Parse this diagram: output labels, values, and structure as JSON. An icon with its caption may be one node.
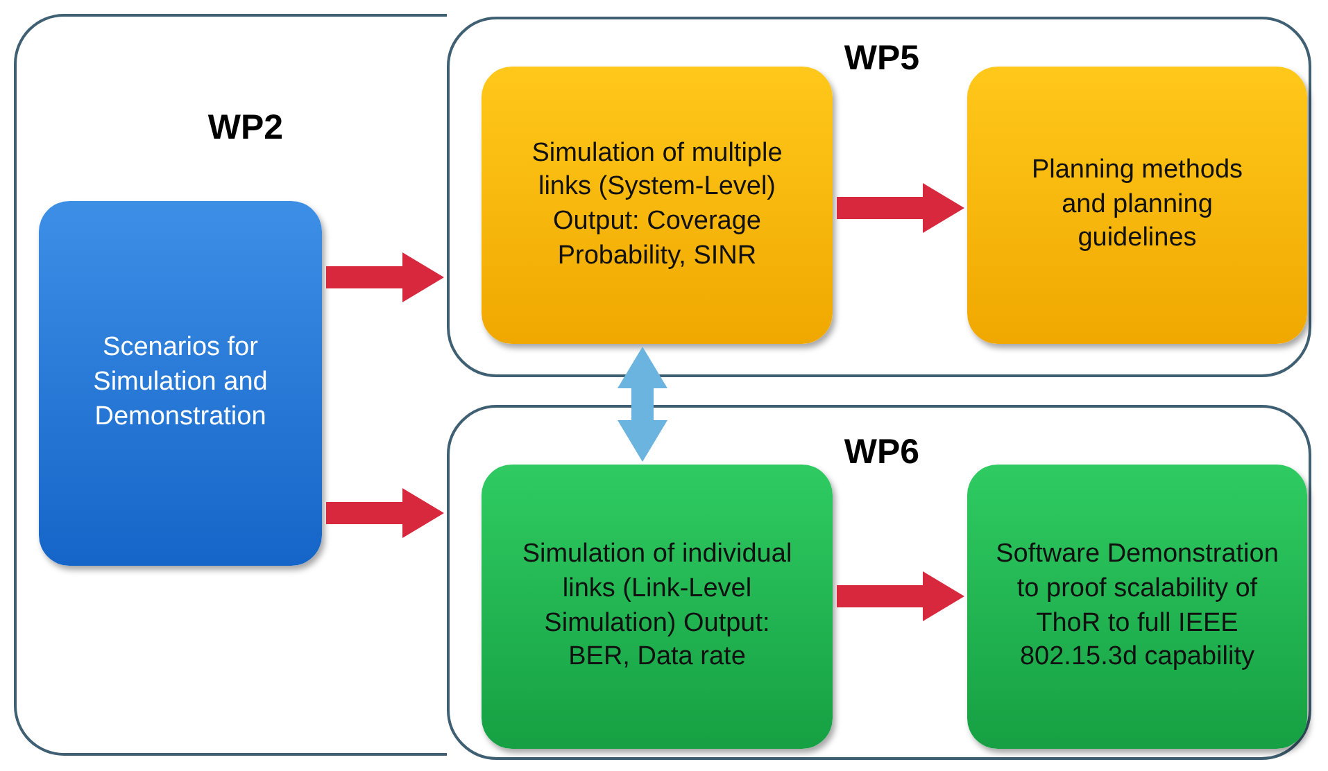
{
  "diagram": {
    "nodes": [
      {
        "text": [
          "WP2"
        ]
      },
      {
        "text": [
          "Scenarios for Simulation and Demonstration"
        ],
        "in": 0
      },
      {
        "text": [
          "WP5"
        ]
      },
      {
        "text": [
          "Simulation of multiple links (System-Level) Output: Coverage Probability, SINR"
        ],
        "in": 2
      },
      {
        "text": [
          "Planning methods and planning guidelines"
        ],
        "in": 2
      },
      {
        "text": [
          "WP6"
        ]
      },
      {
        "text": [
          "Simulation of individual links (Link-Level Simulation) Output: BER, Data rate"
        ],
        "in": 5
      },
      {
        "text": [
          "Software Demonstration to proof scalability of ThoR to full IEEE 802.15.3d capability"
        ],
        "in": 5
      }
    ],
    "edges": [
      {
        "from": 1,
        "to": 2,
        "arrow": "to",
        "style": "thick"
      },
      {
        "from": 1,
        "to": 5,
        "arrow": "to",
        "style": "thick"
      },
      {
        "from": 3,
        "to": 4,
        "arrow": "to",
        "style": "thick"
      },
      {
        "from": 3,
        "to": 6,
        "arrow": "both",
        "style": "thick",
        "color": "#6cb4e0"
      },
      {
        "from": 6,
        "to": 7,
        "arrow": "to",
        "style": "thick"
      }
    ]
  }
}
